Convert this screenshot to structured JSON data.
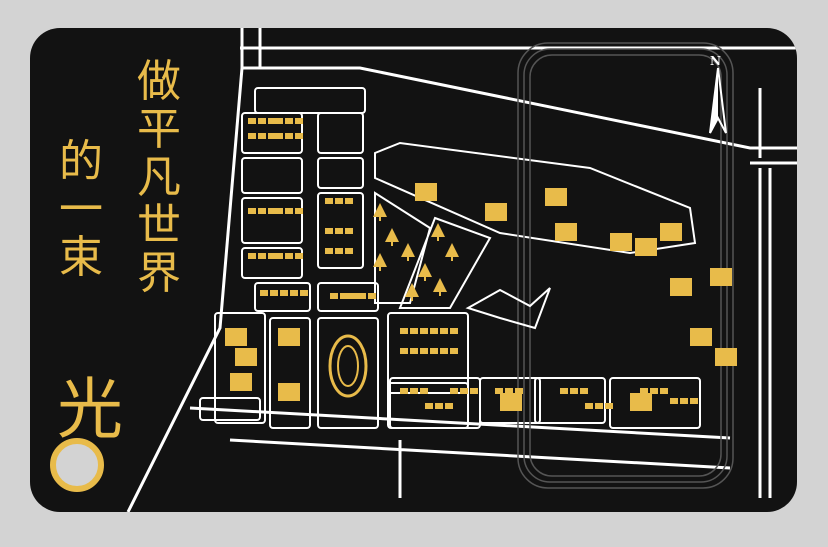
{
  "slogan": {
    "column_right": "做平凡世界",
    "column_left": "的一束",
    "emphasis": "光"
  },
  "compass": {
    "label": "N"
  },
  "colors": {
    "background": "#121212",
    "accent": "#e8bb4a",
    "road": "#ffffff",
    "page": "#d3d3d3"
  }
}
